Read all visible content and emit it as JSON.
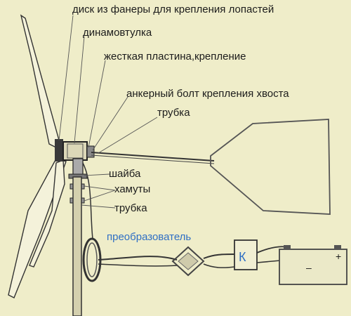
{
  "labels": {
    "plywood_disc": "диск из фанеры для крепления лопастей",
    "dynamo_hub": "динамовтулка",
    "rigid_plate": "жесткая пластина,крепление",
    "anchor_bolt": "анкерный болт крепления хвоста",
    "tube_tail": "трубка",
    "washer": "шайба",
    "clamps": "хамуты",
    "tube_mast": "трубка",
    "converter": "преобразователь",
    "controller": "К",
    "plus": "+",
    "minus": "–"
  },
  "colors": {
    "background": "#efedc9",
    "ink": "#2a2a2a",
    "accent_blue": "#2f6fc4"
  }
}
